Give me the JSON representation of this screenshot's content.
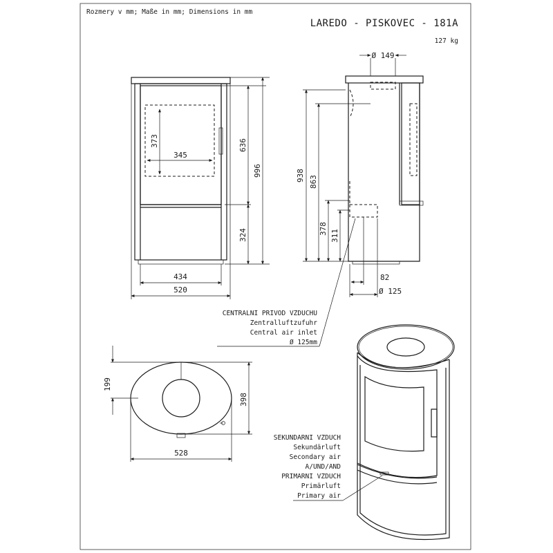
{
  "header": {
    "units_note": "Rozmery v mm; Maße in mm; Dimensions in mm",
    "title": "LAREDO - PISKOVEC - 181A",
    "weight": "127 kg"
  },
  "front_view": {
    "door_height": "636",
    "total_height": "996",
    "glass_height": "373",
    "glass_width": "345",
    "lower_height": "324",
    "inner_width": "434",
    "total_width": "520"
  },
  "side_view": {
    "flue_diameter": "Ø 149",
    "height_938": "938",
    "height_863": "863",
    "height_378": "378",
    "height_311": "311",
    "depth_82": "82",
    "inlet_diameter": "Ø 125"
  },
  "top_view": {
    "half_depth": "199",
    "depth": "398",
    "width": "528"
  },
  "central_air": {
    "line1": "CENTRALNI PRIVOD VZDUCHU",
    "line2": "Zentralluftzufuhr",
    "line3": "Central air inlet",
    "line4": "Ø 125mm"
  },
  "secondary_primary": {
    "line1": "SEKUNDARNI VZDUCH",
    "line2": "Sekundärluft",
    "line3": "Secondary air",
    "line4": "A/UND/AND",
    "line5": "PRIMARNI VZDUCH",
    "line6": "Primärluft",
    "line7": "Primary air"
  }
}
